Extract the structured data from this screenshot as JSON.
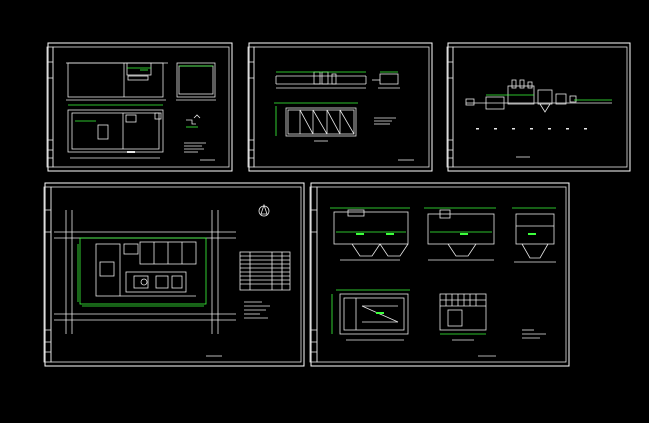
{
  "canvas": {
    "background": "#000000"
  },
  "colors": {
    "frame": "#ffffff",
    "linework": "#e8e8e8",
    "dimension": "#3cff3c"
  },
  "sheets": [
    {
      "id": "sheet-1",
      "content": "plan-and-section-views"
    },
    {
      "id": "sheet-2",
      "content": "long-section-and-plan"
    },
    {
      "id": "sheet-3",
      "content": "hydraulic-profile"
    },
    {
      "id": "sheet-4",
      "content": "site-plan-with-table"
    },
    {
      "id": "sheet-5",
      "content": "tank-sections-and-plans"
    }
  ]
}
